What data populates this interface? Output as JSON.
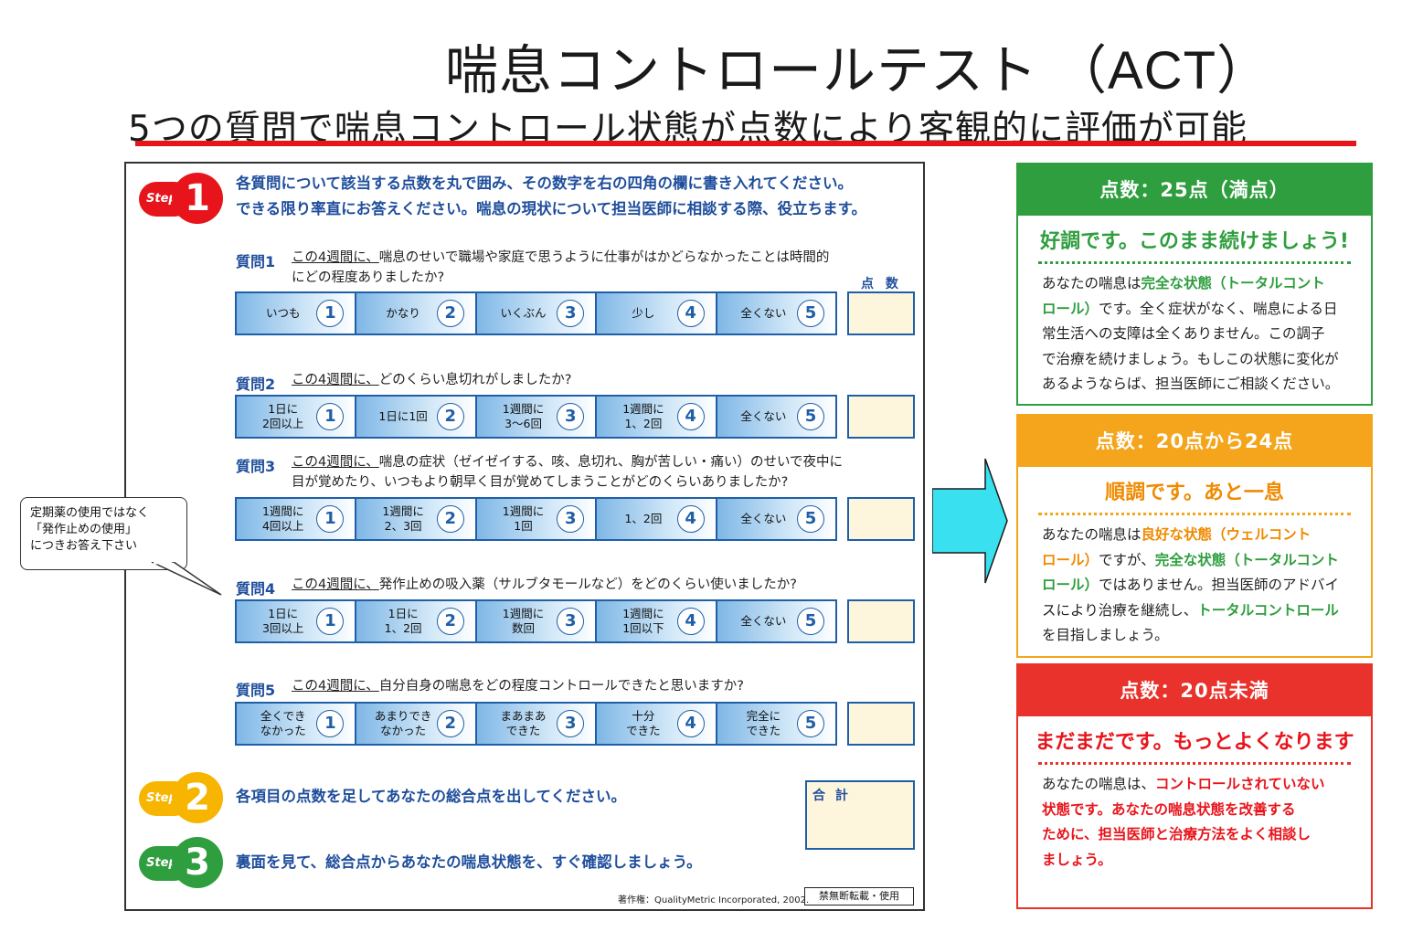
{
  "title": "喘息コントロールテスト （ACT）",
  "subtitle": "5つの質問で喘息コントロール状態が点数により客観的に評価が可能",
  "steps": [
    {
      "label": "Step",
      "number": "1"
    },
    {
      "label": "Step",
      "number": "2"
    },
    {
      "label": "Step",
      "number": "3"
    }
  ],
  "step1_instructions": [
    "各質問について該当する点数を丸で囲み、その数字を右の四角の欄に書き入れてください。",
    "できる限り率直にお答えください。喘息の現状について担当医師に相談する際、役立ちます。"
  ],
  "score_header": "点 数",
  "questions": [
    {
      "label": "質問1",
      "period": "この4週間に、",
      "lines": [
        "喘息のせいで職場や家庭で思うように仕事がはかどらなかったことは時間的",
        "にどの程度ありましたか?"
      ],
      "options": [
        {
          "text": "いつも",
          "score": "1"
        },
        {
          "text": "かなり",
          "score": "2"
        },
        {
          "text": "いくぶん",
          "score": "3"
        },
        {
          "text": "少し",
          "score": "4"
        },
        {
          "text": "全くない",
          "score": "5"
        }
      ]
    },
    {
      "label": "質問2",
      "period": "この4週間に、",
      "lines": [
        "どのくらい息切れがしましたか?"
      ],
      "options": [
        {
          "text": "1日に\n2回以上",
          "score": "1"
        },
        {
          "text": "1日に1回",
          "score": "2"
        },
        {
          "text": "1週間に\n3〜6回",
          "score": "3"
        },
        {
          "text": "1週間に\n1、2回",
          "score": "4"
        },
        {
          "text": "全くない",
          "score": "5"
        }
      ]
    },
    {
      "label": "質問3",
      "period": "この4週間に、",
      "lines": [
        "喘息の症状（ゼイゼイする、咳、息切れ、胸が苦しい・痛い）のせいで夜中に",
        "目が覚めたり、いつもより朝早く目が覚めてしまうことがどのくらいありましたか?"
      ],
      "options": [
        {
          "text": "1週間に\n4回以上",
          "score": "1"
        },
        {
          "text": "1週間に\n2、3回",
          "score": "2"
        },
        {
          "text": "1週間に\n1回",
          "score": "3"
        },
        {
          "text": "1、2回",
          "score": "4"
        },
        {
          "text": "全くない",
          "score": "5"
        }
      ]
    },
    {
      "label": "質問4",
      "period": "この4週間に、",
      "lines": [
        "発作止めの吸入薬（サルブタモールなど）をどのくらい使いましたか?"
      ],
      "options": [
        {
          "text": "1日に\n3回以上",
          "score": "1"
        },
        {
          "text": "1日に\n1、2回",
          "score": "2"
        },
        {
          "text": "1週間に\n数回",
          "score": "3"
        },
        {
          "text": "1週間に\n1回以下",
          "score": "4"
        },
        {
          "text": "全くない",
          "score": "5"
        }
      ]
    },
    {
      "label": "質問5",
      "period": "この4週間に、",
      "lines": [
        "自分自身の喘息をどの程度コントロールできたと思いますか?"
      ],
      "options": [
        {
          "text": "全くでき\nなかった",
          "score": "1"
        },
        {
          "text": "あまりでき\nなかった",
          "score": "2"
        },
        {
          "text": "まあまあ\nできた",
          "score": "3"
        },
        {
          "text": "十分\nできた",
          "score": "4"
        },
        {
          "text": "完全に\nできた",
          "score": "5"
        }
      ]
    }
  ],
  "step2_text": "各項目の点数を足してあなたの総合点を出してください。",
  "total_label": "合 計",
  "step3_text": "裏面を見て、総合点からあなたの喘息状態を、すぐ確認しましょう。",
  "copyright": "著作権：QualityMetric Incorporated, 2002.",
  "no_reprint": "禁無断転載・使用",
  "callout": [
    "定期薬の使用ではなく",
    "「発作止めの使用」",
    "につきお答え下さい"
  ],
  "results": {
    "green": {
      "head": "点数：25点（満点）",
      "sub": "好調です。このまま続けましょう!",
      "b1": "あなたの喘息は",
      "b1h": "完全な状態（トータルコント",
      "b2h": "ロール）",
      "b2": "です。全く症状がなく、喘息による日",
      "b3": "常生活への支障は全くありません。この調子",
      "b4": "で治療を続けましょう。もしこの状態に変化が",
      "b5": "あるようならば、担当医師にご相談ください。"
    },
    "yellow": {
      "head": "点数：20点から24点",
      "sub": "順調です。あと一息",
      "b1": "あなたの喘息は",
      "b1h": "良好な状態（ウェルコント",
      "b2h": "ロール）",
      "b2": "ですが、",
      "b2h2": "完全な状態（トータルコント",
      "b3h": "ロール）",
      "b3": "ではありません。担当医師のアドバイ",
      "b4": "スにより治療を継続し、",
      "b4h": "トータルコントロール",
      "b5": "を目指しましょう。"
    },
    "red": {
      "head": "点数：20点未満",
      "sub": "まだまだです。もっとよくなります",
      "b1": "あなたの喘息は、",
      "b1h": "コントロールされていない",
      "b2h": "状態です。あなたの喘息状態を改善する",
      "b3h": "ために、担当医師と治療方法をよく相談し",
      "b4h": "ましょう。"
    }
  },
  "colors": {
    "accent_red": "#e8141b",
    "accent_blue": "#1f4e9c",
    "green": "#2e9e3e",
    "yellow": "#f4a51c",
    "arrow": "#38e0f0"
  }
}
